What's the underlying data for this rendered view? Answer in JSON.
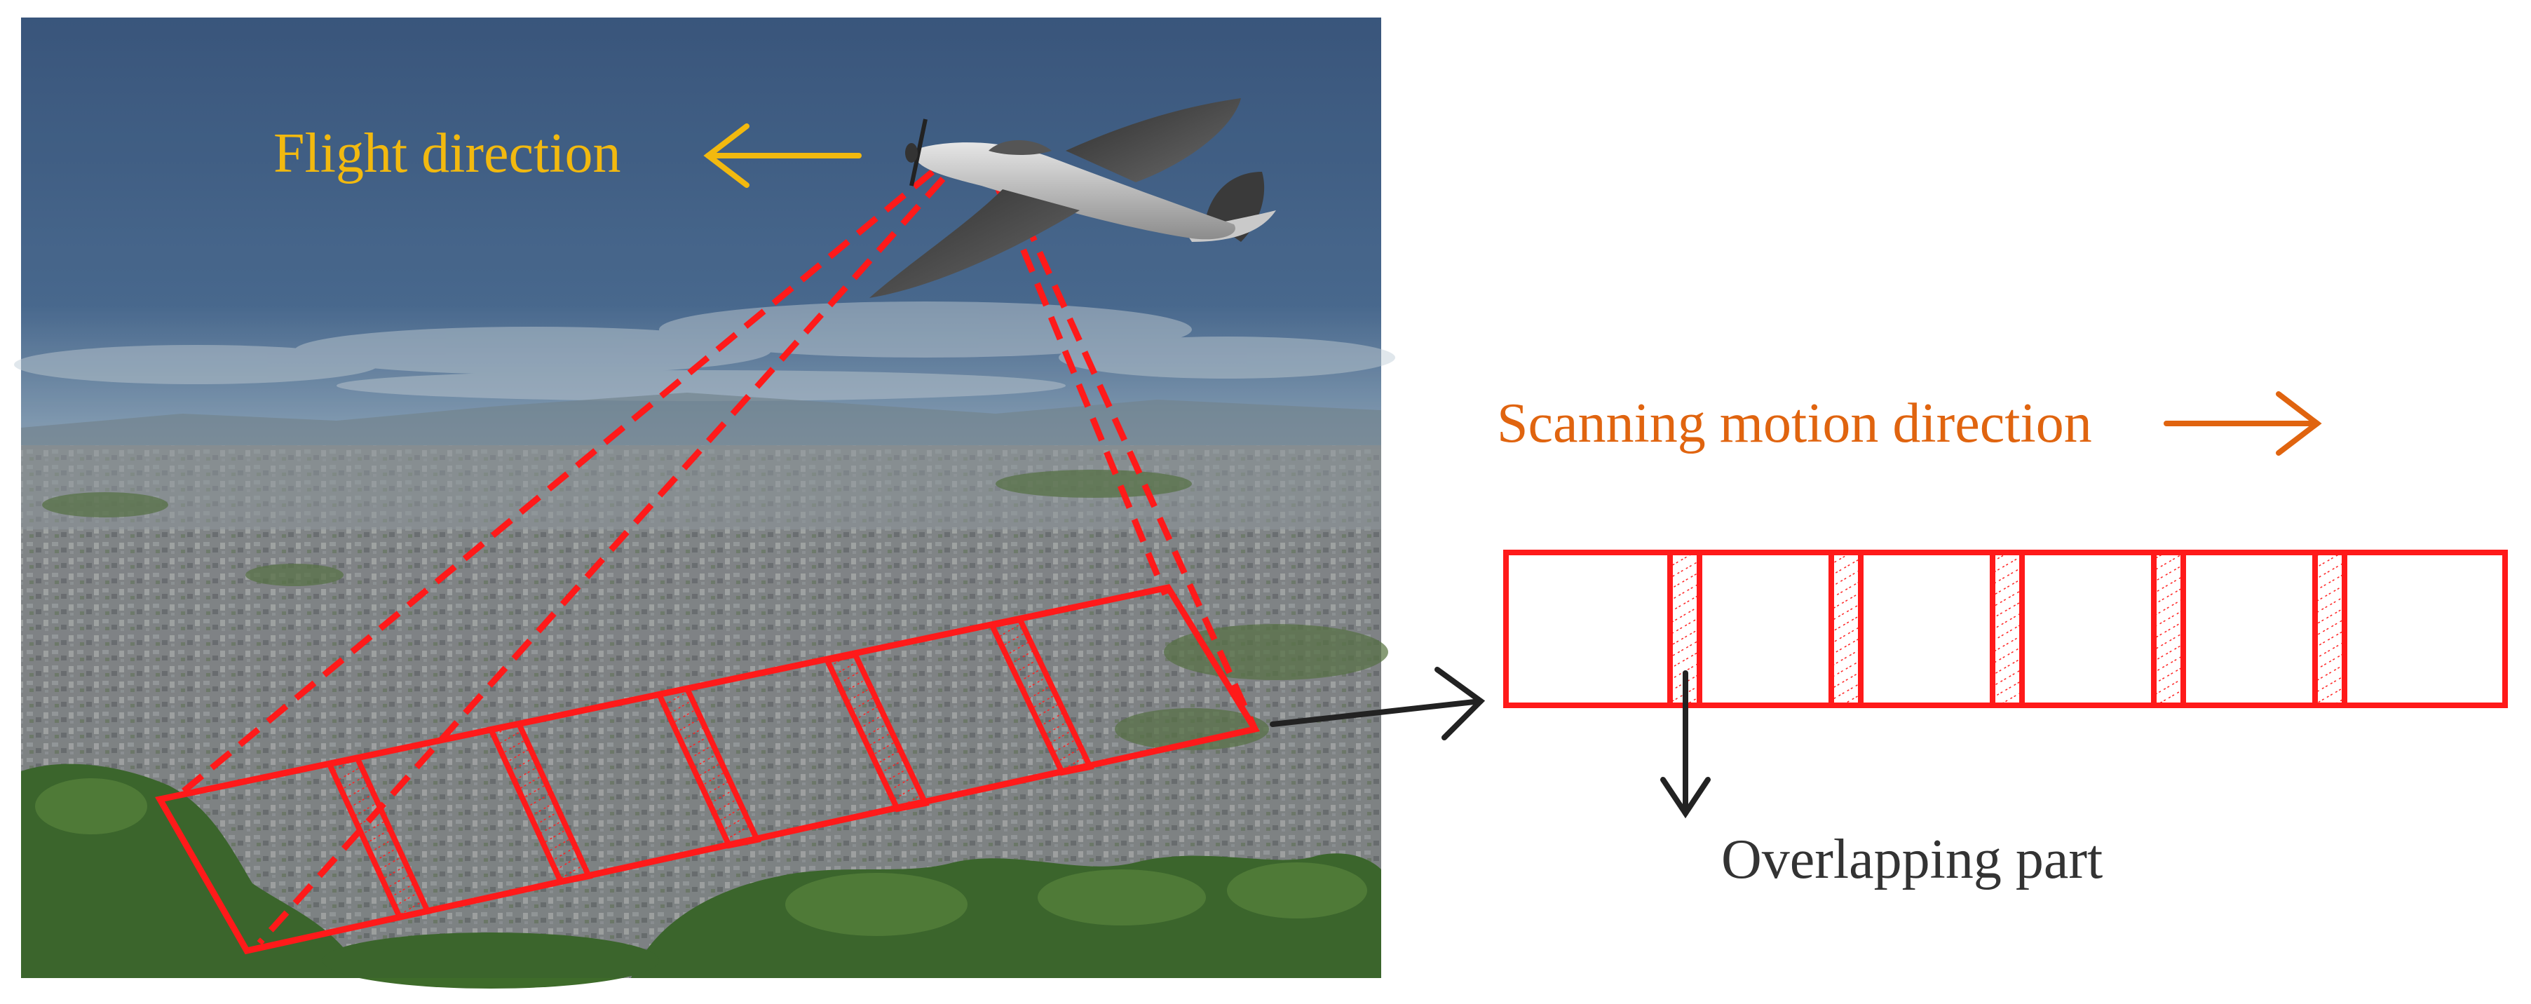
{
  "labels": {
    "flight_direction": "Flight direction",
    "scanning_direction": "Scanning motion direction",
    "overlapping_part": "Overlapping part"
  },
  "colors": {
    "flight_label": "#f2b90f",
    "scan_label": "#e0640f",
    "overlap_label": "#333333",
    "scan_frame": "#ff1a1a",
    "pointer_arrow": "#222222",
    "sky_top": "#3e5d87",
    "sky_horizon": "#9fb5c6",
    "city": "#8a8b8c",
    "trees": "#3f6d2a"
  },
  "icons": {
    "airplane": "airplane-icon",
    "flight_arrow": "arrow-left-icon",
    "scan_arrow": "arrow-right-icon",
    "pointer_arrow": "arrow-right-icon",
    "overlap_arrow": "arrow-down-icon"
  },
  "scan_strip": {
    "frames": 6,
    "overlap_regions": 5
  }
}
